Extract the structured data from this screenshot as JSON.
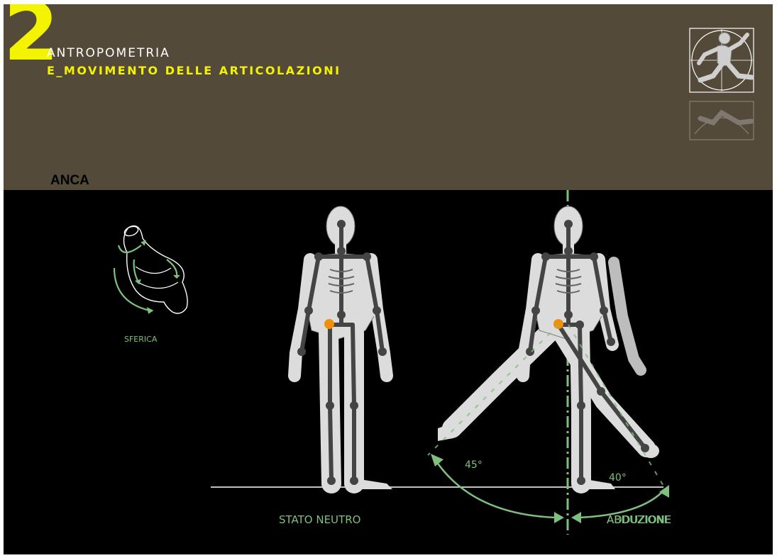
{
  "header": {
    "chapter_number": "2",
    "subject": "ANTROPOMETRIA",
    "topic": "E_MOVIMENTO DELLE ARTICOLAZIONI",
    "logo_icon": "running-figure-icon"
  },
  "section_title": "ANCA",
  "joint": {
    "type_label": "SFERICA",
    "icon": "ball-joint-icon"
  },
  "figures": {
    "neutral_label": "STATO NEUTRO",
    "abduction_label": "ABDUZIONE",
    "adduction_label": "ADDUZIONE",
    "abduction_angle": "45°",
    "adduction_angle": "40°"
  },
  "colors": {
    "header_bg": "#544a3a",
    "accent_yellow": "#f4f400",
    "arrow_green": "#7fbf7f",
    "hip_joint": "#f0900a",
    "skeleton": "#444444",
    "body": "#d8d8d8"
  }
}
